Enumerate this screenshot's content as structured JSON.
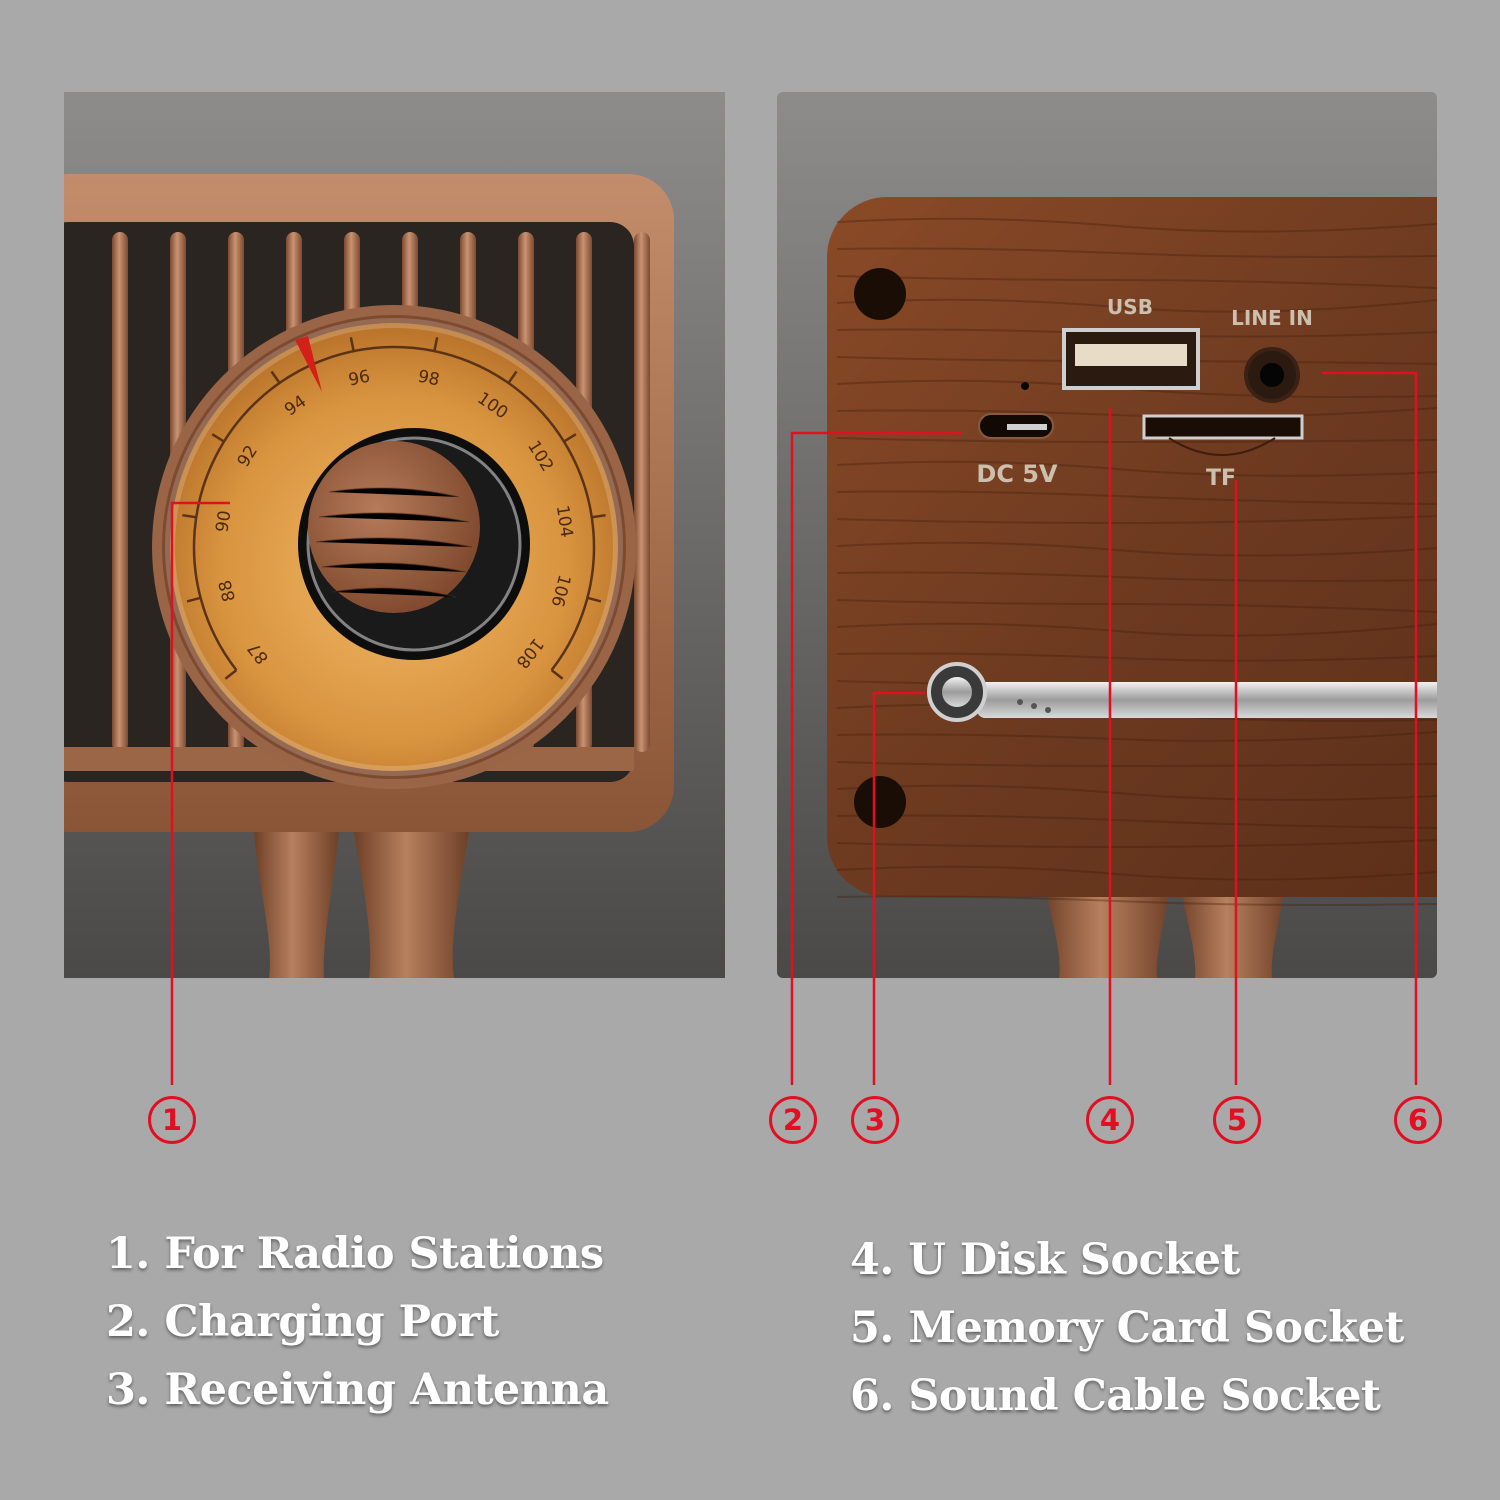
{
  "dial": {
    "scale": [
      "87",
      "88",
      "90",
      "92",
      "94",
      "96",
      "98",
      "100",
      "102",
      "104",
      "106",
      "108"
    ]
  },
  "back_panel": {
    "usb_label": "USB",
    "line_in_label": "LINE IN",
    "dc_label": "DC 5V",
    "tf_label": "TF"
  },
  "callouts": [
    {
      "number": "1"
    },
    {
      "number": "2"
    },
    {
      "number": "3"
    },
    {
      "number": "4"
    },
    {
      "number": "5"
    },
    {
      "number": "6"
    }
  ],
  "legend": {
    "left": [
      "1. For Radio Stations",
      "2. Charging Port",
      "3. Receiving Antenna"
    ],
    "right": [
      "4. U Disk Socket",
      "5. Memory Card Socket",
      "6. Sound Cable Socket"
    ]
  },
  "colors": {
    "background": "#a9a9a9",
    "callout_red": "#e10f22",
    "wood": "#6b3a22",
    "copper": "#b07a58",
    "dial_amber": "#e0a04a",
    "legend_text": "#ffffff"
  }
}
